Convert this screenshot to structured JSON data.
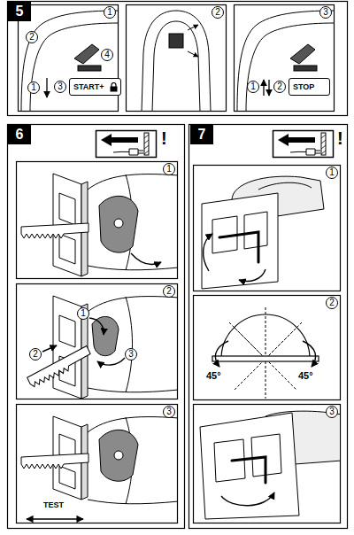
{
  "diagram": {
    "nodes": [
      {
        "text": [
          "5"
        ]
      },
      {
        "text": [
          "1"
        ]
      },
      {
        "text": [
          "2"
        ]
      },
      {
        "text": [
          "4"
        ]
      },
      {
        "text": [
          "1"
        ]
      },
      {
        "text": [
          "3"
        ]
      },
      {
        "text": [
          "START+"
        ]
      },
      {
        "text": [
          "2"
        ]
      },
      {
        "text": [
          "3"
        ]
      },
      {
        "text": [
          "1"
        ]
      },
      {
        "text": [
          "2"
        ]
      },
      {
        "text": [
          "STOP"
        ]
      },
      {
        "text": [
          "6"
        ]
      },
      {
        "text": [
          "1"
        ]
      },
      {
        "text": [
          "2"
        ]
      },
      {
        "text": [
          "1"
        ]
      },
      {
        "text": [
          "2"
        ]
      },
      {
        "text": [
          "3"
        ]
      },
      {
        "text": [
          "3"
        ]
      },
      {
        "text": [
          "7"
        ]
      },
      {
        "text": [
          "1"
        ]
      },
      {
        "text": [
          "2"
        ]
      },
      {
        "text": [
          "3"
        ]
      }
    ],
    "labels": [
      "!",
      "!",
      "TEST",
      "45°",
      "45°"
    ]
  }
}
